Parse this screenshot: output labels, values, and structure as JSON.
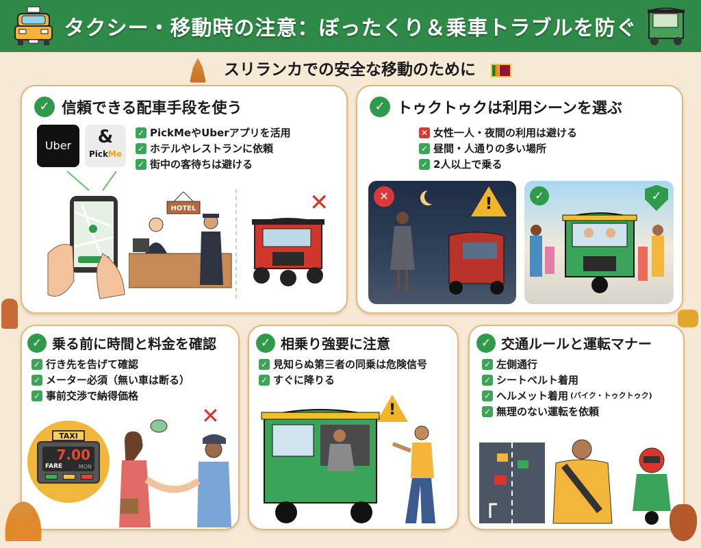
{
  "header": {
    "title": "タクシー・移動時の注意：ぼったくり＆乗車トラブルを防ぐ",
    "left_icon": "taxi-icon",
    "left_icon_label": "TAXI",
    "right_icon": "tuk-tuk-icon"
  },
  "subtitle": "スリランカでの安全な移動のために",
  "colors": {
    "header_green": "#2f8a47",
    "check_green": "#2f9a4a",
    "warn_red": "#d9342b",
    "background": "#f6e9d6",
    "card_border": "#e2b77e"
  },
  "cards": [
    {
      "title": "信頼できる配車手段を使う",
      "items": [
        {
          "icon": "check",
          "text": "PickMeやUberアプリを活用"
        },
        {
          "icon": "check",
          "text": "ホテルやレストランに依頼"
        },
        {
          "icon": "check",
          "text": "街中の客待ちは避ける"
        }
      ],
      "logos": {
        "uber": "Uber",
        "amp": "&",
        "pickme_a": "Pick",
        "pickme_b": "Me"
      },
      "hotel_sign": "HOTEL"
    },
    {
      "title": "トゥクトゥクは利用シーンを選ぶ",
      "items": [
        {
          "icon": "cross",
          "text": "女性一人・夜間の利用は避ける"
        },
        {
          "icon": "check",
          "text": "昼間・人通りの多い場所"
        },
        {
          "icon": "check",
          "text": "2人以上で乗る"
        }
      ]
    },
    {
      "title": "乗る前に時間と料金を確認",
      "items": [
        {
          "icon": "check",
          "text": "行き先を告げて確認"
        },
        {
          "icon": "check",
          "text": "メーター必須（無い車は断る）"
        },
        {
          "icon": "check",
          "text": "事前交渉で納得価格"
        }
      ],
      "meter": {
        "label": "TAXI",
        "value": "7.00",
        "fare": "FARE",
        "unit": "MON"
      }
    },
    {
      "title": "相乗り強要に注意",
      "items": [
        {
          "icon": "check",
          "text": "見知らぬ第三者の同乗は危険信号"
        },
        {
          "icon": "check",
          "text": "すぐに降りる"
        }
      ]
    },
    {
      "title": "交通ルールと運転マナー",
      "items": [
        {
          "icon": "check",
          "text": "左側通行"
        },
        {
          "icon": "check",
          "text": "シートベルト着用"
        },
        {
          "icon": "check",
          "text": "ヘルメット着用",
          "note": "(バイク・トゥクトゥク)"
        },
        {
          "icon": "check",
          "text": "無理のない運転を依頼"
        }
      ]
    }
  ],
  "glyphs": {
    "check": "✓",
    "cross": "✕",
    "warn": "!",
    "big_x": "✕"
  }
}
